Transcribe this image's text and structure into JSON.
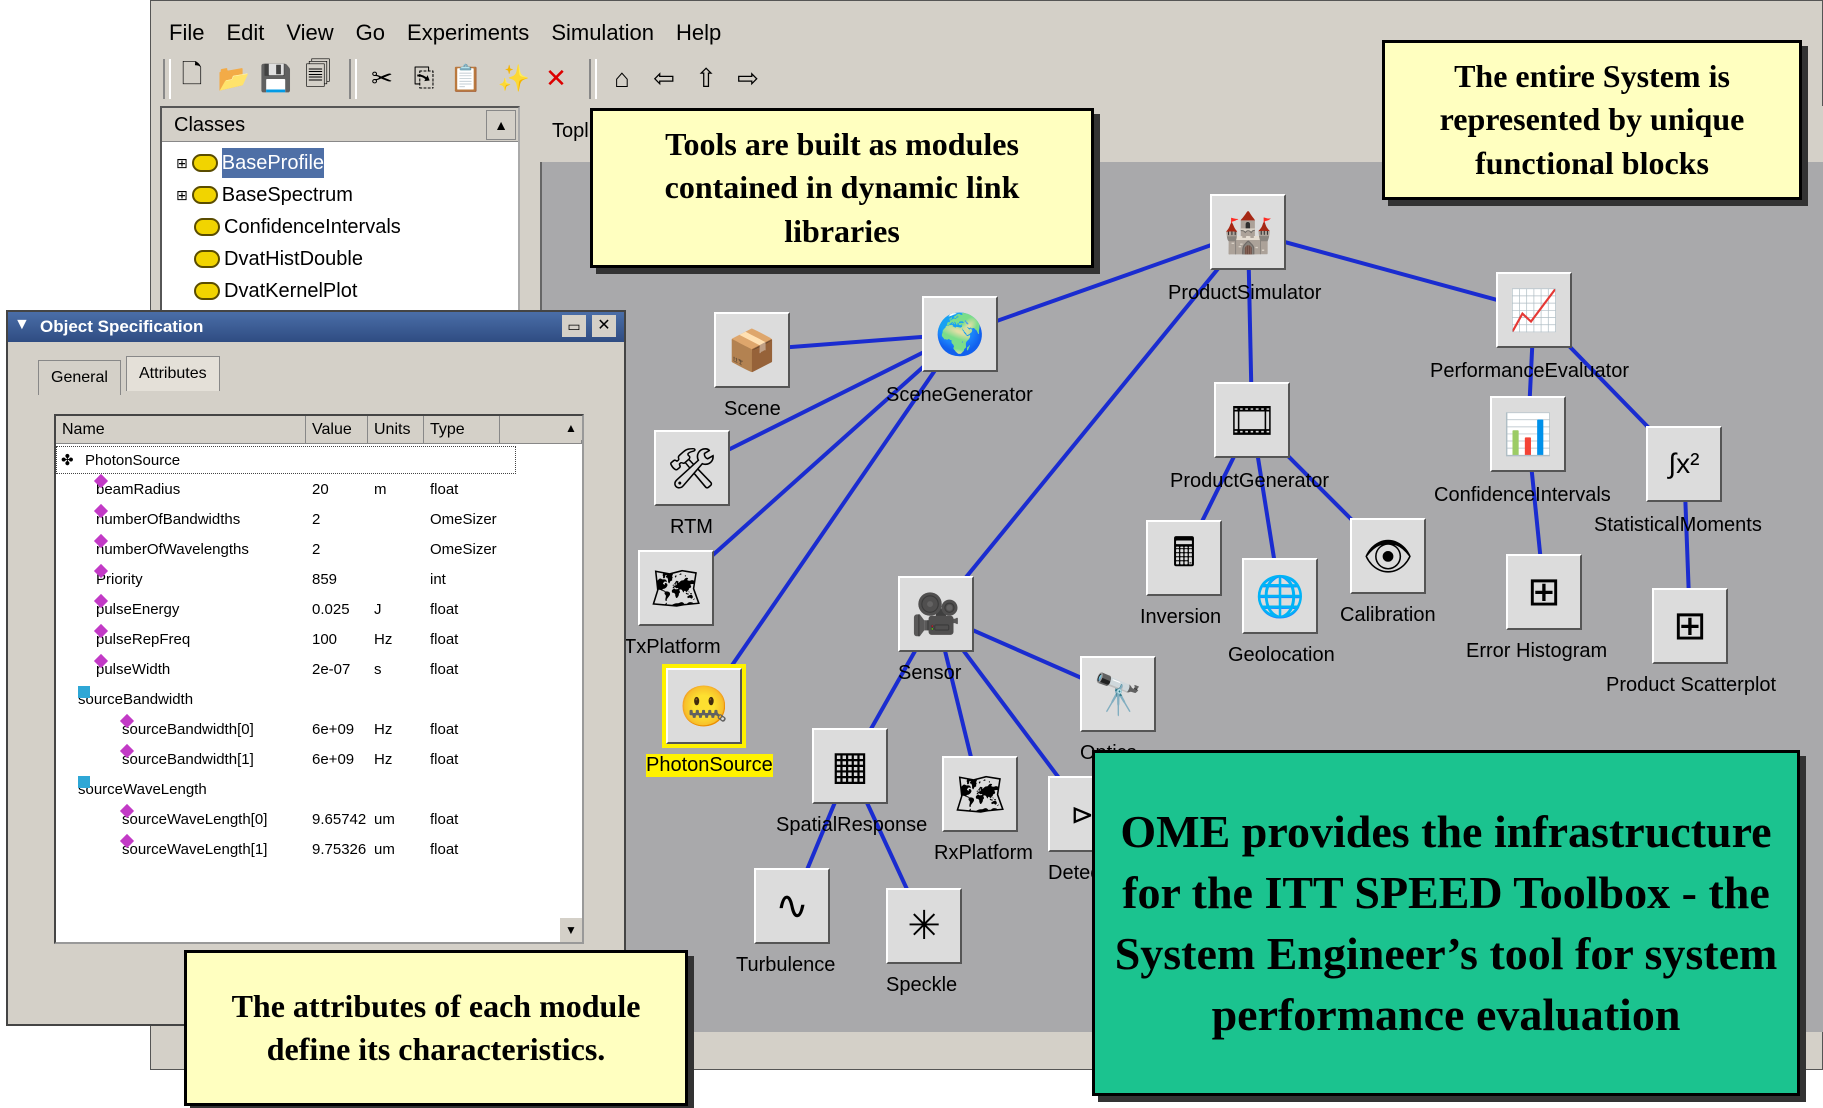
{
  "menu": [
    "File",
    "Edit",
    "View",
    "Go",
    "Experiments",
    "Simulation",
    "Help"
  ],
  "class_panel": {
    "header": "Classes",
    "items": [
      "BaseProfile",
      "BaseSpectrum",
      "ConfidenceIntervals",
      "DvatHistDouble",
      "DvatKernelPlot"
    ]
  },
  "canvas": {
    "tab_label": "Topl",
    "nodes": [
      {
        "id": "ProductSimulator",
        "label": "ProductSimulator",
        "icon": "castle-icon"
      },
      {
        "id": "SceneGenerator",
        "label": "SceneGenerator",
        "icon": "earth-icon"
      },
      {
        "id": "Scene",
        "label": "Scene",
        "icon": "box-icon"
      },
      {
        "id": "RTM",
        "label": "RTM",
        "icon": "tools-icon"
      },
      {
        "id": "TxPlatform",
        "label": "TxPlatform",
        "icon": "us-map-icon"
      },
      {
        "id": "PhotonSource",
        "label": "PhotonSource",
        "icon": "zipper-icon"
      },
      {
        "id": "Sensor",
        "label": "Sensor",
        "icon": "camera-icon"
      },
      {
        "id": "Optics",
        "label": "Optics",
        "icon": "telescope-icon"
      },
      {
        "id": "SpatialResponse",
        "label": "SpatialResponse",
        "icon": "grid-icon"
      },
      {
        "id": "RxPlatform",
        "label": "RxPlatform",
        "icon": "us-map-icon"
      },
      {
        "id": "Detector",
        "label": "Detec",
        "icon": "diode-icon"
      },
      {
        "id": "Turbulence",
        "label": "Turbulence",
        "icon": "wave-icon"
      },
      {
        "id": "Speckle",
        "label": "Speckle",
        "icon": "speckle-icon"
      },
      {
        "id": "ProductGenerator",
        "label": "ProductGenerator",
        "icon": "film-icon"
      },
      {
        "id": "Inversion",
        "label": "Inversion",
        "icon": "calculator-icon"
      },
      {
        "id": "Geolocation",
        "label": "Geolocation",
        "icon": "globe-icon"
      },
      {
        "id": "Calibration",
        "label": "Calibration",
        "icon": "eye-icon"
      },
      {
        "id": "PerformanceEvaluator",
        "label": "PerformanceEvaluator",
        "icon": "line-chart-icon"
      },
      {
        "id": "ConfidenceIntervals",
        "label": "ConfidenceIntervals",
        "icon": "histogram-icon"
      },
      {
        "id": "StatisticalMoments",
        "label": "StatisticalMoments",
        "icon": "integral-icon"
      },
      {
        "id": "ErrorHistogram",
        "label": "Error Histogram",
        "icon": "go-board-icon"
      },
      {
        "id": "ProductScatterplot",
        "label": "Product Scatterplot",
        "icon": "go-board-icon"
      }
    ],
    "edges": [
      [
        "ProductSimulator",
        "SceneGenerator"
      ],
      [
        "ProductSimulator",
        "Sensor"
      ],
      [
        "ProductSimulator",
        "ProductGenerator"
      ],
      [
        "ProductSimulator",
        "PerformanceEvaluator"
      ],
      [
        "SceneGenerator",
        "Scene"
      ],
      [
        "SceneGenerator",
        "RTM"
      ],
      [
        "SceneGenerator",
        "TxPlatform"
      ],
      [
        "SceneGenerator",
        "PhotonSource"
      ],
      [
        "Sensor",
        "Optics"
      ],
      [
        "Sensor",
        "SpatialResponse"
      ],
      [
        "Sensor",
        "RxPlatform"
      ],
      [
        "Sensor",
        "Detector"
      ],
      [
        "SpatialResponse",
        "Turbulence"
      ],
      [
        "SpatialResponse",
        "Speckle"
      ],
      [
        "ProductGenerator",
        "Inversion"
      ],
      [
        "ProductGenerator",
        "Geolocation"
      ],
      [
        "ProductGenerator",
        "Calibration"
      ],
      [
        "PerformanceEvaluator",
        "ConfidenceIntervals"
      ],
      [
        "PerformanceEvaluator",
        "StatisticalMoments"
      ],
      [
        "ConfidenceIntervals",
        "ErrorHistogram"
      ],
      [
        "StatisticalMoments",
        "ProductScatterplot"
      ]
    ]
  },
  "object_spec": {
    "title": "Object Specification",
    "tabs": [
      "General",
      "Attributes"
    ],
    "columns": [
      "Name",
      "Value",
      "Units",
      "Type"
    ],
    "root": "PhotonSource",
    "rows": [
      {
        "name": "beamRadius",
        "value": "20",
        "units": "m",
        "type": "float",
        "level": 1,
        "kind": "leaf"
      },
      {
        "name": "numberOfBandwidths",
        "value": "2",
        "units": "",
        "type": "OmeSizer",
        "level": 1,
        "kind": "leaf"
      },
      {
        "name": "numberOfWavelengths",
        "value": "2",
        "units": "",
        "type": "OmeSizer",
        "level": 1,
        "kind": "leaf"
      },
      {
        "name": "Priority",
        "value": "859",
        "units": "",
        "type": "int",
        "level": 1,
        "kind": "leaf"
      },
      {
        "name": "pulseEnergy",
        "value": "0.025",
        "units": "J",
        "type": "float",
        "level": 1,
        "kind": "leaf"
      },
      {
        "name": "pulseRepFreq",
        "value": "100",
        "units": "Hz",
        "type": "float",
        "level": 1,
        "kind": "leaf"
      },
      {
        "name": "pulseWidth",
        "value": "2e-07",
        "units": "s",
        "type": "float",
        "level": 1,
        "kind": "leaf"
      },
      {
        "name": "sourceBandwidth",
        "value": "",
        "units": "",
        "type": "",
        "level": 0,
        "kind": "group"
      },
      {
        "name": "sourceBandwidth[0]",
        "value": "6e+09",
        "units": "Hz",
        "type": "float",
        "level": 2,
        "kind": "leaf"
      },
      {
        "name": "sourceBandwidth[1]",
        "value": "6e+09",
        "units": "Hz",
        "type": "float",
        "level": 2,
        "kind": "leaf"
      },
      {
        "name": "sourceWaveLength",
        "value": "",
        "units": "",
        "type": "",
        "level": 0,
        "kind": "group"
      },
      {
        "name": "sourceWaveLength[0]",
        "value": "9.65742",
        "units": "um",
        "type": "float",
        "level": 2,
        "kind": "leaf"
      },
      {
        "name": "sourceWaveLength[1]",
        "value": "9.75326",
        "units": "um",
        "type": "float",
        "level": 2,
        "kind": "leaf"
      }
    ]
  },
  "callouts": {
    "tools": "Tools are built as modules contained in dynamic link libraries",
    "system": "The entire System is represented by unique functional blocks",
    "attributes": "The attributes of each module define its characteristics.",
    "ome": "OME provides the infrastructure for the ITT SPEED Toolbox - the System Engineer’s tool for system performance evaluation"
  },
  "colors": {
    "edge": "#1a2cd0",
    "selection": "#4e6fa6",
    "callout_yellow": "#ffffc0",
    "callout_green": "#1bc38f",
    "node_highlight": "#fff200"
  }
}
